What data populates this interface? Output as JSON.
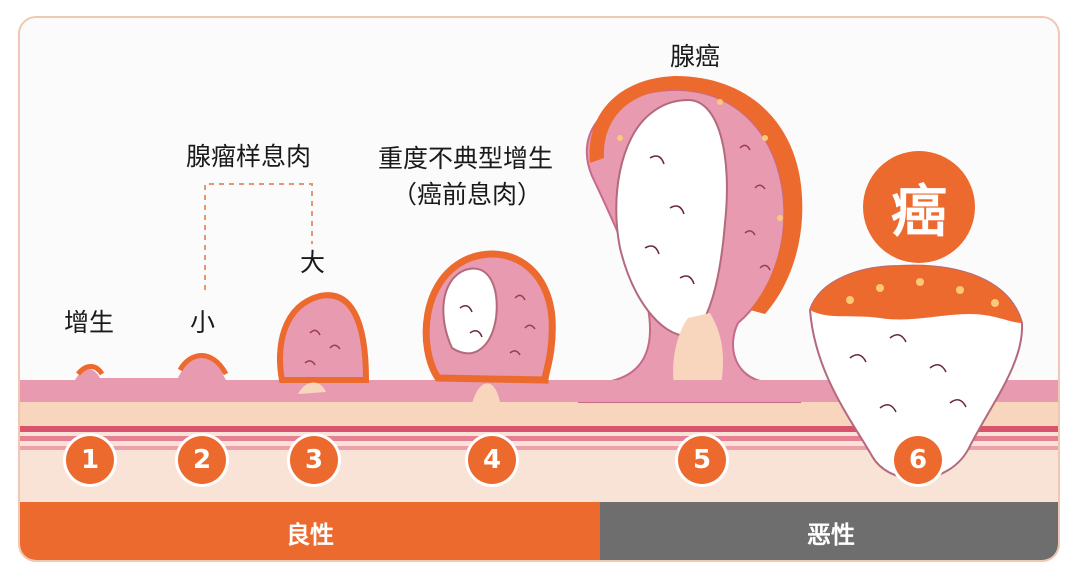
{
  "labels": {
    "hyperplasia": "增生",
    "adenoma": "腺瘤样息肉",
    "small": "小",
    "large": "大",
    "dysplasia": "重度不典型增生",
    "precancer": "（癌前息肉）",
    "adenocarcinoma": "腺癌"
  },
  "badge": {
    "cancer": "癌"
  },
  "stages": [
    "1",
    "2",
    "3",
    "4",
    "5",
    "6"
  ],
  "bars": {
    "benign": "良性",
    "malignant": "恶性"
  },
  "colors": {
    "accent_orange": "#ec6a2e",
    "mucosa_pink": "#e89ab0",
    "tissue_beige": "#f7d6bd",
    "malignant_gray": "#6e6e6e"
  }
}
